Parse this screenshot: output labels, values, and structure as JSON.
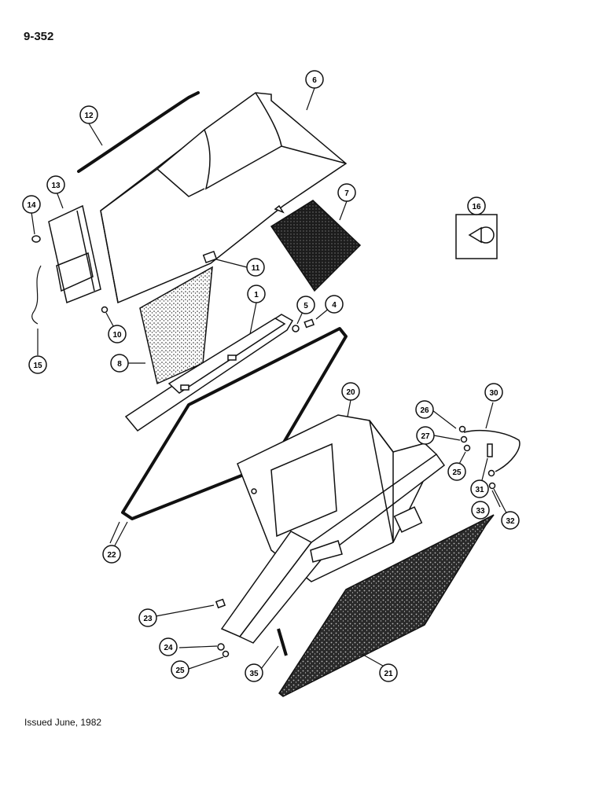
{
  "page": {
    "page_number": "9-352",
    "issue_note": "Issued June, 1982"
  },
  "callouts": [
    {
      "id": "c1",
      "label": "1"
    },
    {
      "id": "c4",
      "label": "4"
    },
    {
      "id": "c5",
      "label": "5"
    },
    {
      "id": "c6",
      "label": "6"
    },
    {
      "id": "c7",
      "label": "7"
    },
    {
      "id": "c8",
      "label": "8"
    },
    {
      "id": "c10",
      "label": "10"
    },
    {
      "id": "c11",
      "label": "11"
    },
    {
      "id": "c12",
      "label": "12"
    },
    {
      "id": "c13",
      "label": "13"
    },
    {
      "id": "c14",
      "label": "14"
    },
    {
      "id": "c15",
      "label": "15"
    },
    {
      "id": "c16",
      "label": "16"
    },
    {
      "id": "c20",
      "label": "20"
    },
    {
      "id": "c21",
      "label": "21"
    },
    {
      "id": "c22",
      "label": "22"
    },
    {
      "id": "c23",
      "label": "23"
    },
    {
      "id": "c24",
      "label": "24"
    },
    {
      "id": "c25a",
      "label": "25"
    },
    {
      "id": "c25b",
      "label": "25"
    },
    {
      "id": "c26",
      "label": "26"
    },
    {
      "id": "c27",
      "label": "27"
    },
    {
      "id": "c30",
      "label": "30"
    },
    {
      "id": "c31",
      "label": "31"
    },
    {
      "id": "c32",
      "label": "32"
    },
    {
      "id": "c33",
      "label": "33"
    },
    {
      "id": "c35",
      "label": "35"
    }
  ],
  "colors": {
    "ink": "#111111",
    "paper": "#ffffff",
    "foam": "#222222"
  }
}
